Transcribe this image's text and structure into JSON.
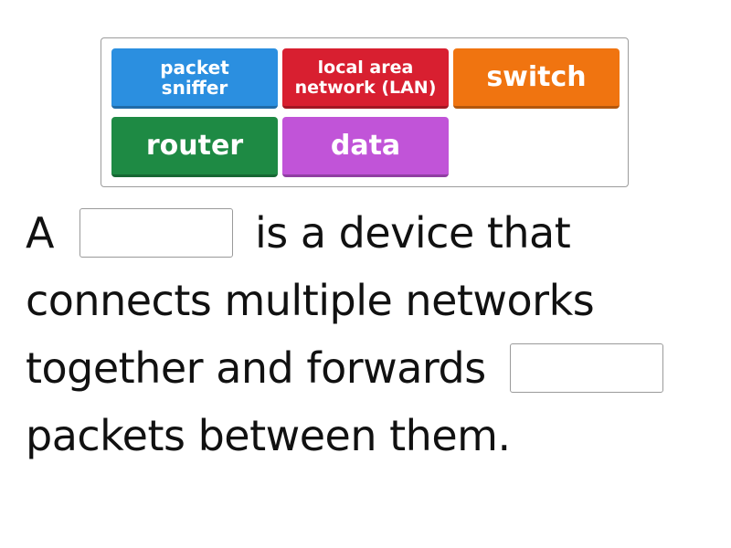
{
  "word_bank": {
    "tiles": [
      {
        "label": "packet sniffer",
        "line1": "packet",
        "line2": "sniffer",
        "color": "#2b8fe0"
      },
      {
        "label": "local area network (LAN)",
        "line1": "local area",
        "line2": "network (LAN)",
        "color": "#d81f30"
      },
      {
        "label": "switch",
        "color": "#f07410"
      },
      {
        "label": "router",
        "color": "#1e8a44"
      },
      {
        "label": "data",
        "color": "#c154d8"
      }
    ]
  },
  "sentence": {
    "part1": "A",
    "part2": "is a device that",
    "part3": "connects multiple networks",
    "part4": "together and forwards",
    "part5": "packets between them."
  }
}
